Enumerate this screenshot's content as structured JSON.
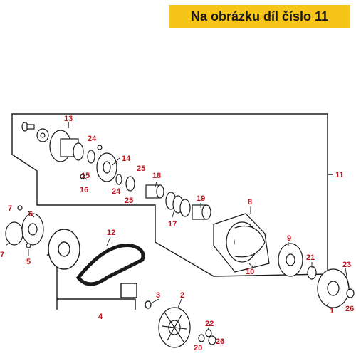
{
  "banner": {
    "text": "Na obrázku díl číslo 11"
  },
  "callouts": [
    "1",
    "2",
    "3",
    "4",
    "5",
    "6",
    "7",
    "7",
    "8",
    "9",
    "10",
    "11",
    "12",
    "13",
    "14",
    "15",
    "16",
    "17",
    "18",
    "19",
    "20",
    "21",
    "22",
    "23",
    "24",
    "24",
    "25",
    "25",
    "26",
    "26"
  ],
  "colors": {
    "banner_bg": "#f5c518",
    "callout": "#c0121b",
    "line": "#1a1a1a"
  }
}
